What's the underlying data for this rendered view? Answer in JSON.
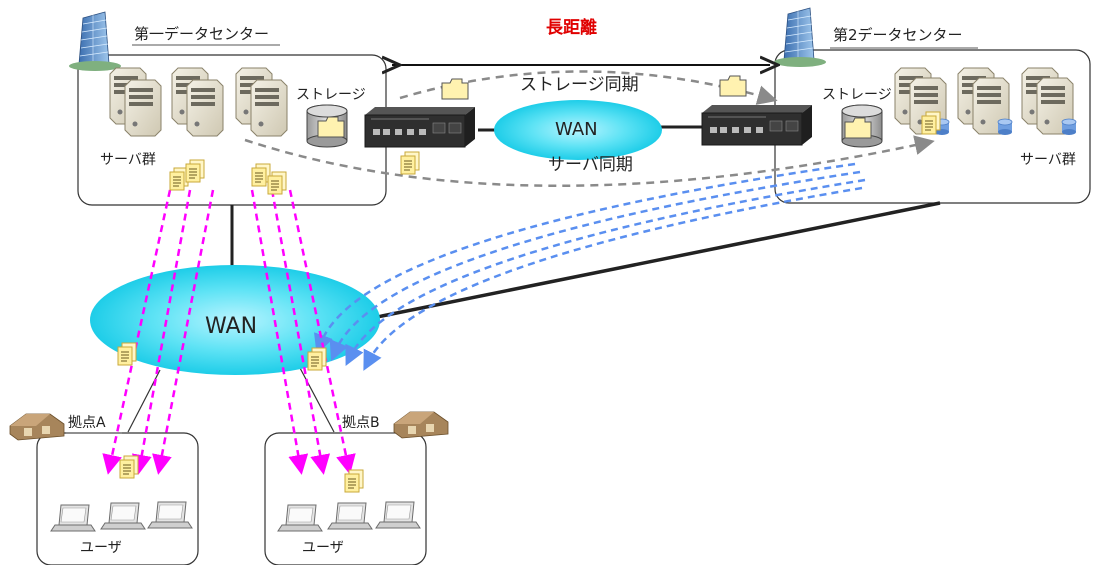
{
  "dc1": {
    "title": "第一データセンター",
    "storage_label": "ストレージ",
    "servers_label": "サーバ群"
  },
  "dc2": {
    "title": "第2データセンター",
    "storage_label": "ストレージ",
    "servers_label": "サーバ群"
  },
  "long_distance": "長距離",
  "storage_sync": "ストレージ同期",
  "server_sync": "サーバ同期",
  "wan_top": "WAN",
  "wan_main": "WAN",
  "site_a": {
    "label": "拠点A",
    "users_label": "ユーザ"
  },
  "site_b": {
    "label": "拠点B",
    "users_label": "ユーザ"
  },
  "colors": {
    "wan_cloud": "#22d5ef",
    "magenta_flow": "#ff00ff",
    "blue_flow": "#5a8ff0",
    "sync_dash": "#8a8a8a",
    "title_red": "#e00000"
  }
}
